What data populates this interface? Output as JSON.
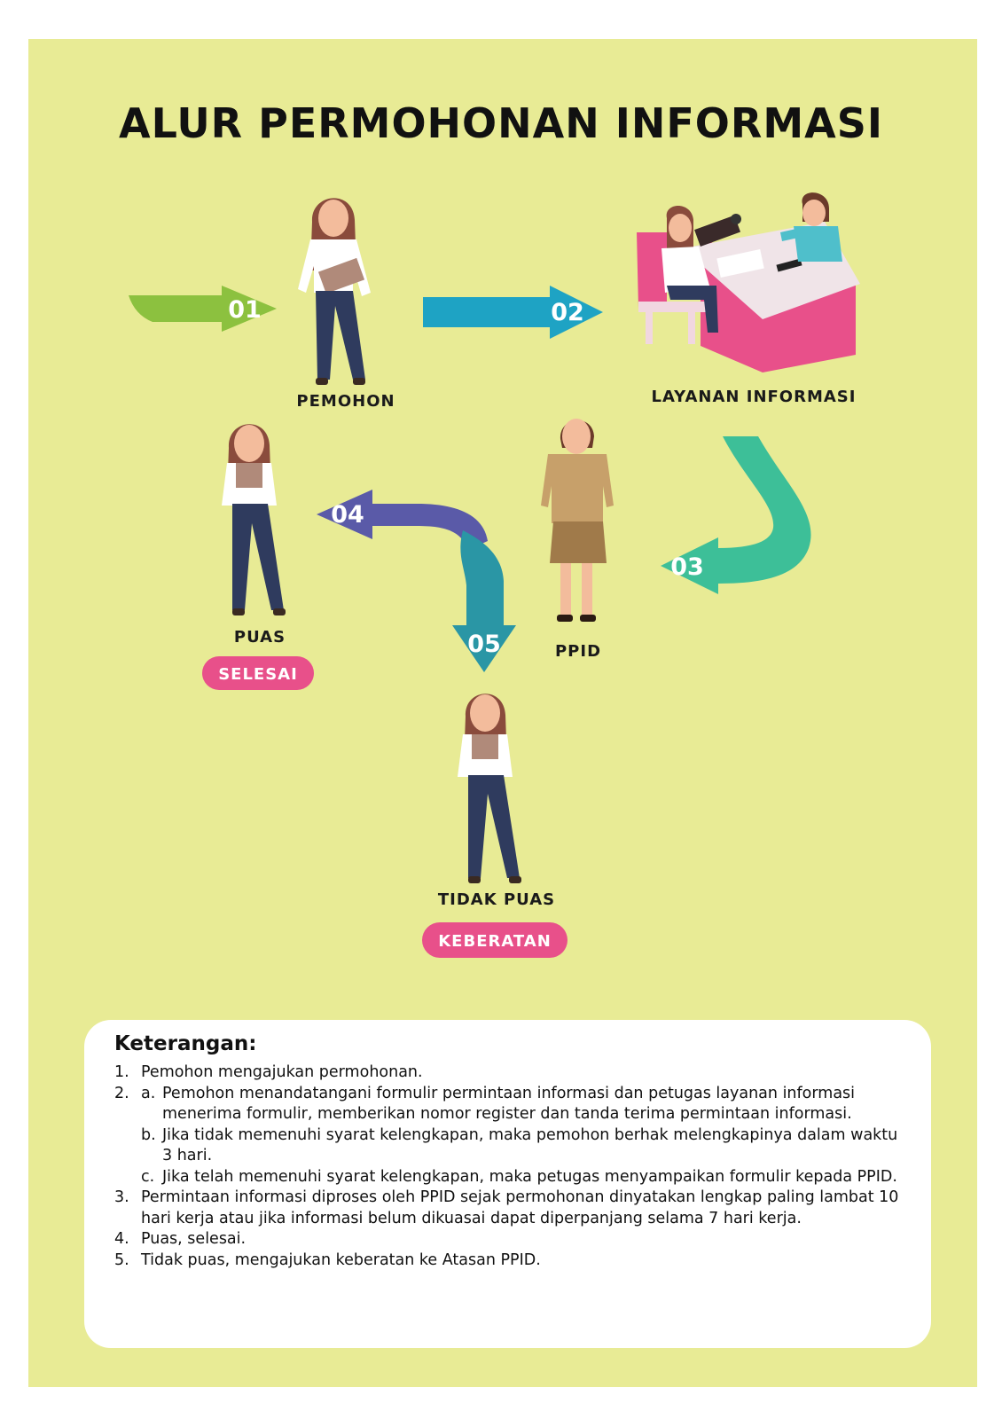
{
  "title": "ALUR PERMOHONAN INFORMASI",
  "colors": {
    "background": "#e8eb95",
    "arrow_01": "#8cc13f",
    "arrow_02": "#1ea3c4",
    "arrow_03": "#3dbf98",
    "arrow_04": "#5a5aa8",
    "arrow_05": "#2a96a5",
    "pill": "#e8508a"
  },
  "steps": [
    {
      "number": "01",
      "caption": "PEMOHON"
    },
    {
      "number": "02",
      "caption": "LAYANAN INFORMASI"
    },
    {
      "number": "03",
      "caption": "PPID"
    },
    {
      "number": "04",
      "caption": "PUAS",
      "badge": "SELESAI"
    },
    {
      "number": "05",
      "caption": "TIDAK PUAS",
      "badge": "KEBERATAN"
    }
  ],
  "legend": {
    "heading": "Keterangan:",
    "items": [
      {
        "num": "1.",
        "text": "Pemohon mengajukan permohonan."
      },
      {
        "num": "2.",
        "subs": [
          {
            "letter": "a.",
            "text": "Pemohon menandatangani formulir permintaan informasi dan petugas layanan informasi menerima formulir, memberikan nomor register dan tanda terima permintaan informasi."
          },
          {
            "letter": "b.",
            "text": "Jika tidak memenuhi syarat kelengkapan, maka pemohon berhak melengkapinya dalam waktu 3 hari."
          },
          {
            "letter": "c.",
            "text": "Jika telah memenuhi syarat kelengkapan, maka petugas menyampaikan formulir kepada PPID."
          }
        ]
      },
      {
        "num": "3.",
        "text": "Permintaan informasi diproses oleh PPID sejak permohonan dinyatakan lengkap paling lambat 10 hari kerja atau jika informasi belum dikuasai dapat diperpanjang selama 7 hari kerja."
      },
      {
        "num": "4.",
        "text": "Puas, selesai."
      },
      {
        "num": "5.",
        "text": "Tidak puas, mengajukan keberatan ke Atasan PPID."
      }
    ]
  }
}
